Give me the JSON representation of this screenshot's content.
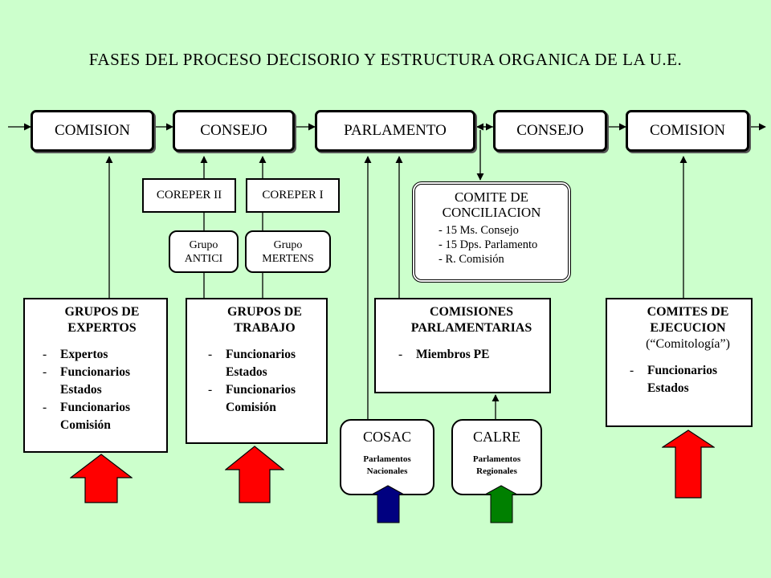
{
  "title": "FASES DEL PROCESO DECISORIO Y ESTRUCTURA ORGANICA DE LA U.E.",
  "phases": [
    "COMISION",
    "CONSEJO",
    "PARLAMENTO",
    "CONSEJO",
    "COMISION"
  ],
  "coreper": [
    "COREPER II",
    "COREPER I"
  ],
  "grupos": [
    {
      "line1": "Grupo",
      "line2": "ANTICI"
    },
    {
      "line1": "Grupo",
      "line2": "MERTENS"
    }
  ],
  "comite_conciliacion": {
    "title1": "COMITE DE",
    "title2": "CONCILIACION",
    "items": [
      "- 15 Ms. Consejo",
      "- 15 Dps. Parlamento",
      "- R. Comisión"
    ]
  },
  "grupos_expertos": {
    "title1": "GRUPOS DE",
    "title2": "EXPERTOS",
    "items": [
      {
        "dash": "-",
        "text": "Expertos"
      },
      {
        "dash": "-",
        "text": "Funcionarios"
      },
      {
        "dash": "",
        "text": "Estados"
      },
      {
        "dash": "-",
        "text": "Funcionarios"
      },
      {
        "dash": "",
        "text": "Comisión"
      }
    ]
  },
  "grupos_trabajo": {
    "title1": "GRUPOS DE",
    "title2": "TRABAJO",
    "items": [
      {
        "dash": "-",
        "text": "Funcionarios"
      },
      {
        "dash": "",
        "text": "Estados"
      },
      {
        "dash": "-",
        "text": "Funcionarios"
      },
      {
        "dash": "",
        "text": "Comisión"
      }
    ]
  },
  "comisiones_parlamentarias": {
    "title1": "COMISIONES",
    "title2": "PARLAMENTARIAS",
    "items": [
      {
        "dash": "-",
        "text": "Miembros PE"
      }
    ]
  },
  "comites_ejecucion": {
    "title1": "COMITES DE",
    "title2": "EJECUCION",
    "subtitle": "(“Comitología”)",
    "items": [
      {
        "dash": "-",
        "text": "Funcionarios"
      },
      {
        "dash": "",
        "text": "Estados"
      }
    ]
  },
  "cosac": {
    "name": "COSAC",
    "line1": "Parlamentos",
    "line2": "Nacionales"
  },
  "calre": {
    "name": "CALRE",
    "line1": "Parlamentos",
    "line2": "Regionales"
  },
  "colors": {
    "background": "#ccffcc",
    "red_arrow": "#ff0000",
    "blue_arrow": "#000080",
    "green_arrow": "#008000"
  }
}
